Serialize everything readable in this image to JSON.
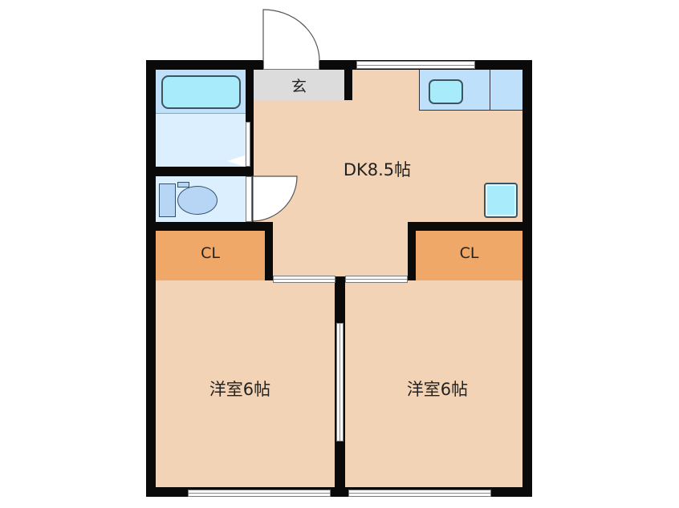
{
  "floorplan": {
    "layout": "2DK",
    "rooms": {
      "dk": {
        "label": "DK8.5帖",
        "type": "dining-kitchen",
        "size_jo": 8.5
      },
      "western_left": {
        "label": "洋室6帖",
        "type": "western-room",
        "size_jo": 6
      },
      "western_right": {
        "label": "洋室6帖",
        "type": "western-room",
        "size_jo": 6
      },
      "closet_left": {
        "label": "CL"
      },
      "closet_right": {
        "label": "CL"
      },
      "entrance": {
        "label": "玄"
      }
    },
    "fixtures": [
      "bathtub-icon",
      "washroom",
      "toilet-icon",
      "kitchen-sink-icon",
      "stove-counter",
      "refrigerator-icon"
    ],
    "colors": {
      "wall": "#0a0a0a",
      "floor": "#f3d3b5",
      "closet": "#f0a868",
      "wet_area": "#dcefff",
      "fixture": "#a8ecfb",
      "entrance": "#dcdcdc"
    }
  }
}
